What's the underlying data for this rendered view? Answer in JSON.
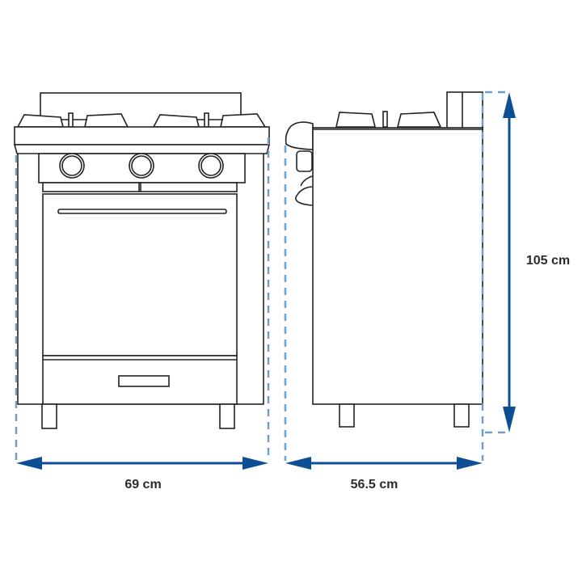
{
  "dimensions": {
    "width": "69 cm",
    "depth": "56.5 cm",
    "height": "105 cm"
  },
  "colors": {
    "dimension_arrow": "#0c4f94",
    "guide_dashed": "#6a9fd2",
    "outline": "#222222"
  }
}
